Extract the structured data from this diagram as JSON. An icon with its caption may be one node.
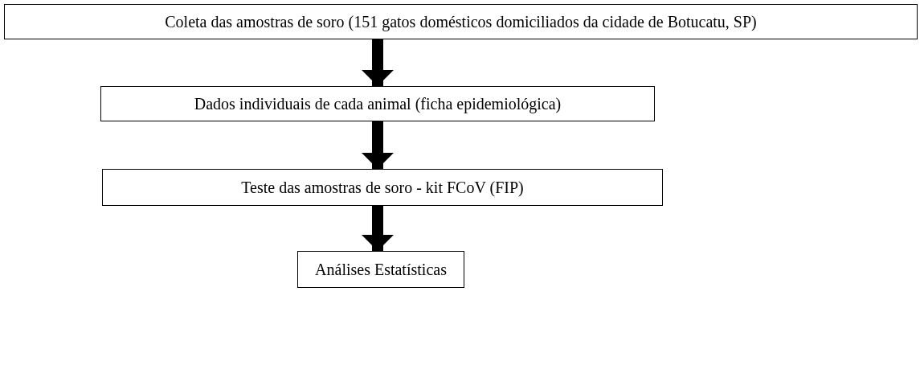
{
  "diagram": {
    "nodes": [
      {
        "text": [
          "Coleta das amostras de soro (151 gatos domésticos domiciliados da cidade de Botucatu, SP)"
        ]
      },
      {
        "text": [
          "Dados individuais de cada animal (ficha epidemiológica)"
        ]
      },
      {
        "text": [
          "Teste das amostras de soro - kit FCoV (FIP)"
        ]
      },
      {
        "text": [
          "Análises Estatísticas"
        ]
      }
    ],
    "edges": [
      {
        "from": 0,
        "to": 1,
        "arrow": "to"
      },
      {
        "from": 1,
        "to": 2,
        "arrow": "to"
      },
      {
        "from": 2,
        "to": 3,
        "arrow": "to"
      }
    ]
  }
}
